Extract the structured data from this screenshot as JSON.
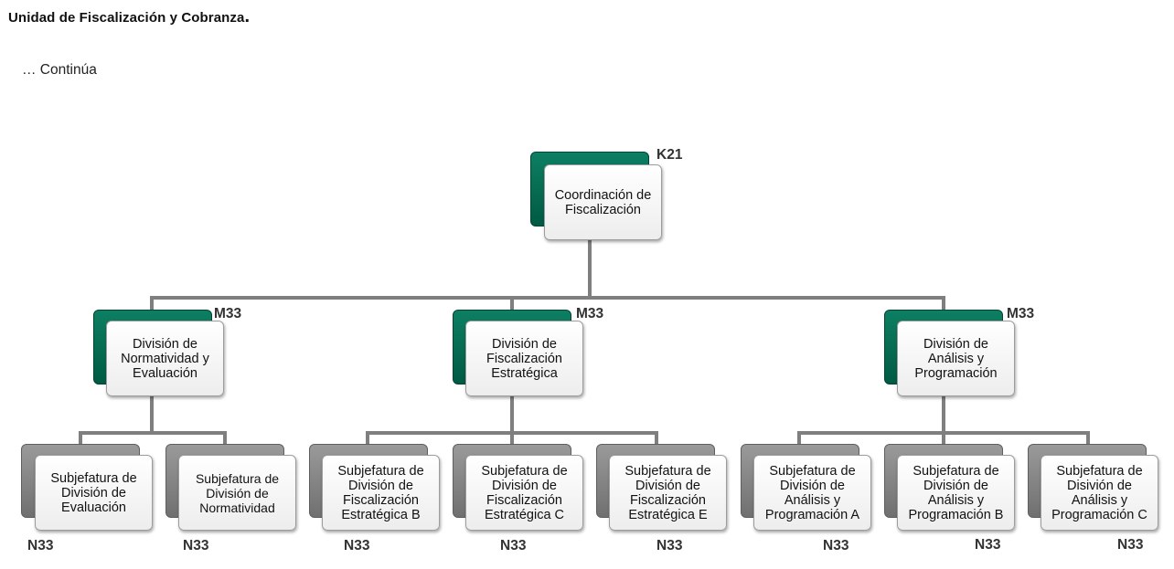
{
  "header": {
    "title": "Unidad de Fiscalización y Cobranza",
    "continua": "… Continúa"
  },
  "org": {
    "root": {
      "label": "Coordinación de Fiscalización",
      "code": "K21"
    },
    "divisions": [
      {
        "label": "División de Normatividad y Evaluación",
        "code": "M33"
      },
      {
        "label": "División de Fiscalización Estratégica",
        "code": "M33"
      },
      {
        "label": "División de Análisis y Programación",
        "code": "M33"
      }
    ],
    "subs": [
      {
        "label": "Subjefatura de División de Evaluación",
        "code": "N33"
      },
      {
        "label": "Subjefatura de División de Normatividad",
        "code": "N33"
      },
      {
        "label": "Subjefatura de División de Fiscalización Estratégica B",
        "code": "N33"
      },
      {
        "label": "Subjefatura de División de Fiscalización Estratégica C",
        "code": "N33"
      },
      {
        "label": "Subjefatura de División de Fiscalización Estratégica E",
        "code": "N33"
      },
      {
        "label": "Subjefatura de División de Análisis y Programación A",
        "code": "N33"
      },
      {
        "label": "Subjefatura de División de Análisis y Programación B",
        "code": "N33"
      },
      {
        "label": "Subjefatura de Disivión de Análisis y Programación C",
        "code": "N33"
      }
    ],
    "colors": {
      "green": "#0d7f62",
      "gray": "#8a8a8a",
      "connector": "#7f7f7f"
    }
  }
}
